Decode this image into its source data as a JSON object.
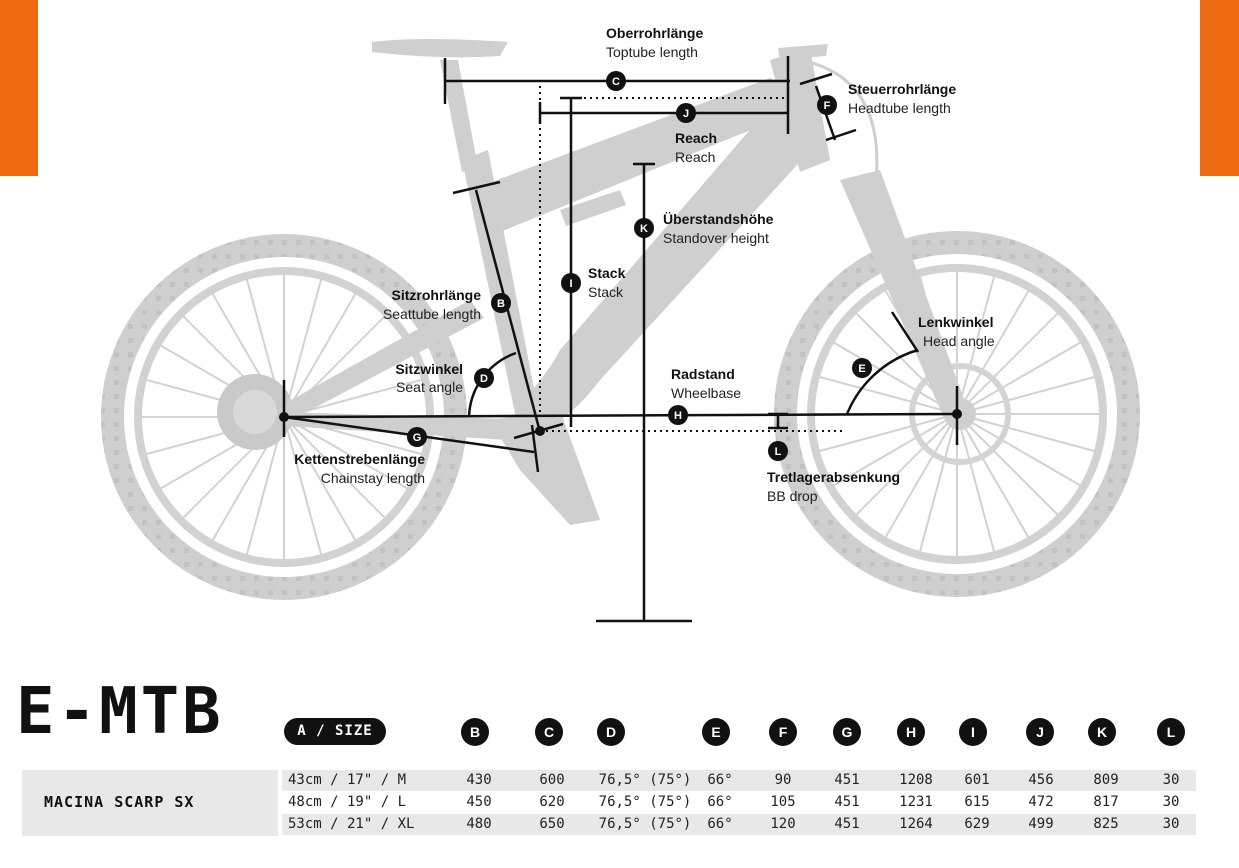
{
  "brand": {
    "accent_color": "#ee6a10"
  },
  "diagram": {
    "labels": {
      "C": {
        "de": "Oberrohrlänge",
        "en": "Toptube length"
      },
      "F": {
        "de": "Steuerrohrlänge",
        "en": "Headtube length"
      },
      "J": {
        "de": "Reach",
        "en": "Reach"
      },
      "K": {
        "de": "Überstandshöhe",
        "en": "Standover height"
      },
      "I": {
        "de": "Stack",
        "en": "Stack"
      },
      "B": {
        "de": "Sitzrohrlänge",
        "en": "Seattube length"
      },
      "D": {
        "de": "Sitzwinkel",
        "en": "Seat angle"
      },
      "H": {
        "de": "Radstand",
        "en": "Wheelbase"
      },
      "E": {
        "de": "Lenkwinkel",
        "en": "Head angle"
      },
      "G": {
        "de": "Kettenstrebenlänge",
        "en": "Chainstay length"
      },
      "L": {
        "de": "Tretlagerabsenkung",
        "en": "BB drop"
      }
    },
    "markers": {
      "B": "B",
      "C": "C",
      "D": "D",
      "E": "E",
      "F": "F",
      "G": "G",
      "H": "H",
      "I": "I",
      "J": "J",
      "K": "K",
      "L": "L"
    }
  },
  "table": {
    "title": "E-MTB",
    "size_header": "A / SIZE",
    "columns": [
      "B",
      "C",
      "D",
      "E",
      "F",
      "G",
      "H",
      "I",
      "J",
      "K",
      "L"
    ],
    "model": "MACINA SCARP SX",
    "rows": [
      {
        "size": "43cm  / 17\"  / M",
        "B": "430",
        "C": "600",
        "D": "76,5° (75°)",
        "E": "66°",
        "F": "90",
        "G": "451",
        "H": "1208",
        "I": "601",
        "J": "456",
        "K": "809",
        "L": "30"
      },
      {
        "size": "48cm  / 19\"  / L",
        "B": "450",
        "C": "620",
        "D": "76,5° (75°)",
        "E": "66°",
        "F": "105",
        "G": "451",
        "H": "1231",
        "I": "615",
        "J": "472",
        "K": "817",
        "L": "30"
      },
      {
        "size": "53cm  / 21\"  / XL",
        "B": "480",
        "C": "650",
        "D": "76,5° (75°)",
        "E": "66°",
        "F": "120",
        "G": "451",
        "H": "1264",
        "I": "629",
        "J": "499",
        "K": "825",
        "L": "30"
      }
    ]
  }
}
